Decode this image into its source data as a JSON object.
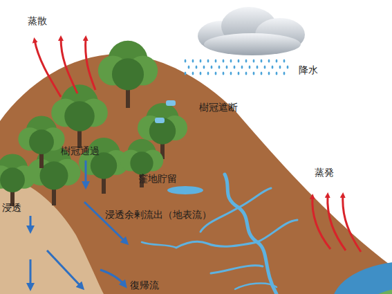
{
  "diagram": {
    "labels": [
      "蒸散",
      "降水",
      "樹冠遮断",
      "樹冠通過",
      "窪地貯留",
      "浸透",
      "浸透余剰流出（地表流）",
      "蒸発",
      "復帰流"
    ]
  }
}
